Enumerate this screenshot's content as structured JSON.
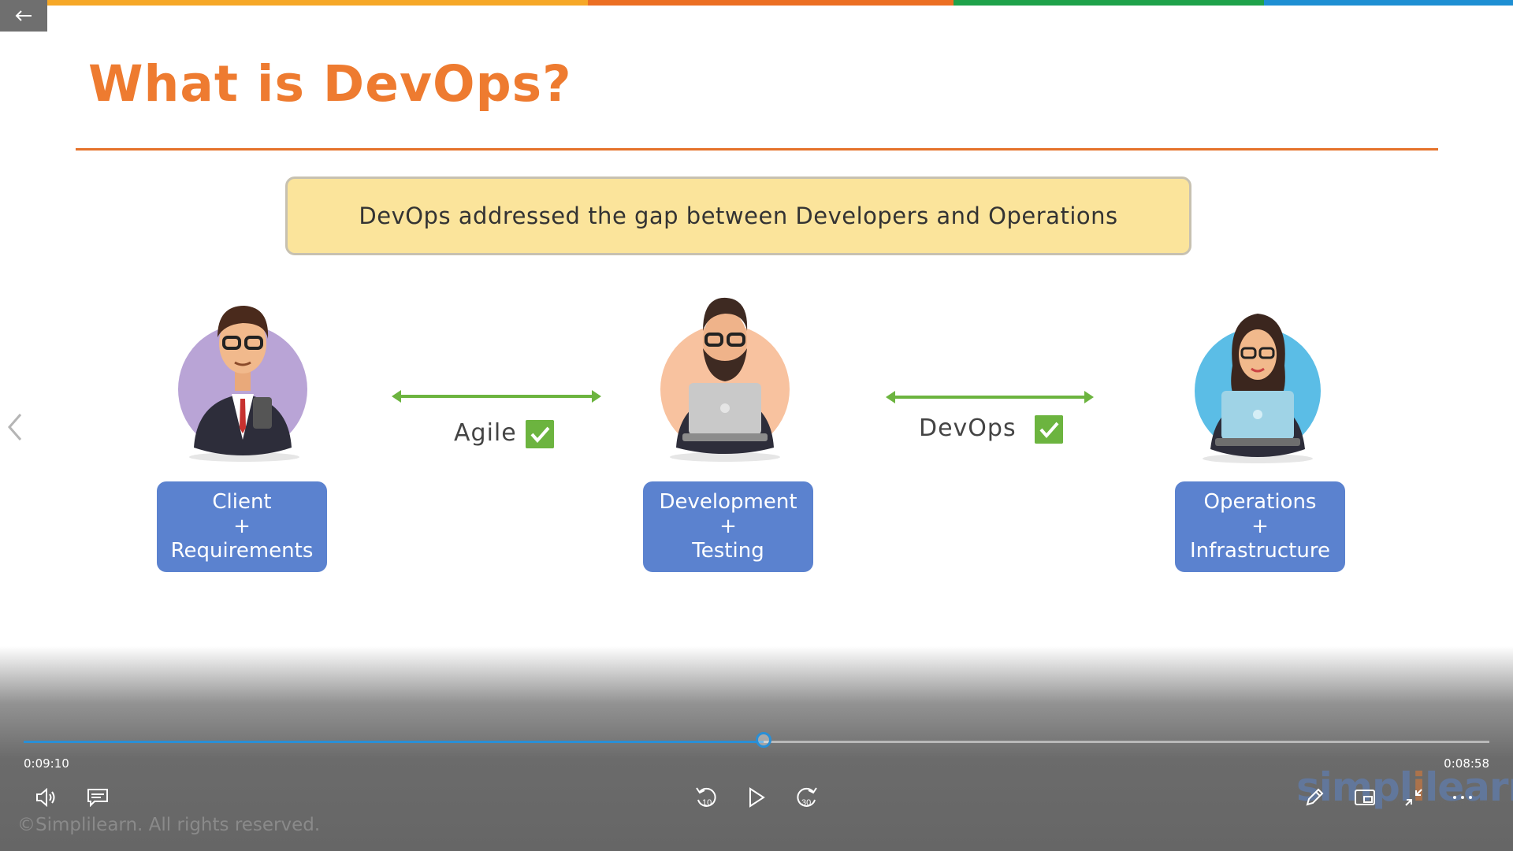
{
  "colors": {
    "top_bar": [
      "#f6a827",
      "#ec6f23",
      "#1fa24a",
      "#1e8fd3"
    ],
    "title": "#ee7b30",
    "banner_bg": "#fbe49b",
    "role_box": "#5b82cf",
    "arrow": "#6cb43f",
    "check": "#6cb43f",
    "progress": "#2a8fd6"
  },
  "nav": {
    "back_icon": "arrow-left-icon",
    "prev_icon": "chevron-left-icon"
  },
  "slide": {
    "title": "What is DevOps?",
    "banner": "DevOps addressed the gap between Developers and Operations",
    "roles": [
      {
        "line1": "Client",
        "line2": "+",
        "line3": "Requirements",
        "avatar": "client-avatar"
      },
      {
        "line1": "Development",
        "line2": "+",
        "line3": "Testing",
        "avatar": "developer-avatar"
      },
      {
        "line1": "Operations",
        "line2": "+",
        "line3": "Infrastructure",
        "avatar": "operations-avatar"
      }
    ],
    "connectors": [
      {
        "label": "Agile",
        "icon": "checkmark-icon"
      },
      {
        "label": "DevOps",
        "icon": "checkmark-icon"
      }
    ]
  },
  "player": {
    "elapsed": "0:09:10",
    "remaining": "0:08:58",
    "progress_fraction": 0.505,
    "controls": {
      "volume": "volume-icon",
      "captions": "captions-icon",
      "rewind": "rewind-10-icon",
      "rewind_label": "10",
      "play": "play-icon",
      "forward": "forward-30-icon",
      "forward_label": "30",
      "edit": "pencil-icon",
      "miniplayer": "miniplayer-icon",
      "exit_fullscreen": "exit-fullscreen-icon",
      "more": "more-icon"
    }
  },
  "watermark": {
    "logo_text": "simplilearn",
    "copyright": "©Simplilearn. All rights reserved."
  }
}
